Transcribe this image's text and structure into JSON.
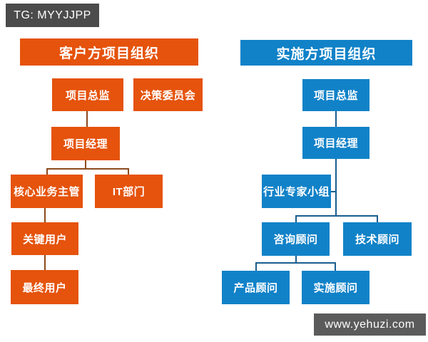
{
  "watermarks": {
    "top_left": "TG: MYYJJPP",
    "bottom_right": "www.yehuzi.com"
  },
  "colors": {
    "client_box": "#e5530c",
    "client_connector": "#8c4a1c",
    "vendor_box": "#1182c8",
    "vendor_connector": "#1a5e8f",
    "badge_top_bg": "#4b4b4b",
    "badge_bottom_bg": "#5b5b5b",
    "text_on_box": "#ffffff",
    "background": "#ffffff"
  },
  "client_org": {
    "title": "客户方项目组织",
    "nodes": [
      {
        "id": "project-director",
        "label": "项目总监"
      },
      {
        "id": "decision-committee",
        "label": "决策委员会"
      },
      {
        "id": "project-manager",
        "label": "项目经理"
      },
      {
        "id": "core-business-supervisor",
        "label": "核心业务主管"
      },
      {
        "id": "it-department",
        "label": "IT部门"
      },
      {
        "id": "key-users",
        "label": "关键用户"
      },
      {
        "id": "end-users",
        "label": "最终用户"
      }
    ],
    "edges": [
      [
        "项目总监",
        "项目经理"
      ],
      [
        "项目经理",
        "核心业务主管"
      ],
      [
        "项目经理",
        "IT部门"
      ],
      [
        "核心业务主管",
        "关键用户"
      ],
      [
        "关键用户",
        "最终用户"
      ]
    ]
  },
  "vendor_org": {
    "title": "实施方项目组织",
    "nodes": [
      {
        "id": "project-director",
        "label": "项目总监"
      },
      {
        "id": "project-manager",
        "label": "项目经理"
      },
      {
        "id": "industry-expert-group",
        "label": "行业专家小组"
      },
      {
        "id": "consulting-advisor",
        "label": "咨询顾问"
      },
      {
        "id": "technical-advisor",
        "label": "技术顾问"
      },
      {
        "id": "product-advisor",
        "label": "产品顾问"
      },
      {
        "id": "implementation-advisor",
        "label": "实施顾问"
      }
    ],
    "edges": [
      [
        "项目总监",
        "项目经理"
      ],
      [
        "项目经理",
        "行业专家小组"
      ],
      [
        "项目经理",
        "咨询顾问"
      ],
      [
        "项目经理",
        "技术顾问"
      ],
      [
        "咨询顾问",
        "产品顾问"
      ],
      [
        "咨询顾问",
        "实施顾问"
      ]
    ]
  }
}
